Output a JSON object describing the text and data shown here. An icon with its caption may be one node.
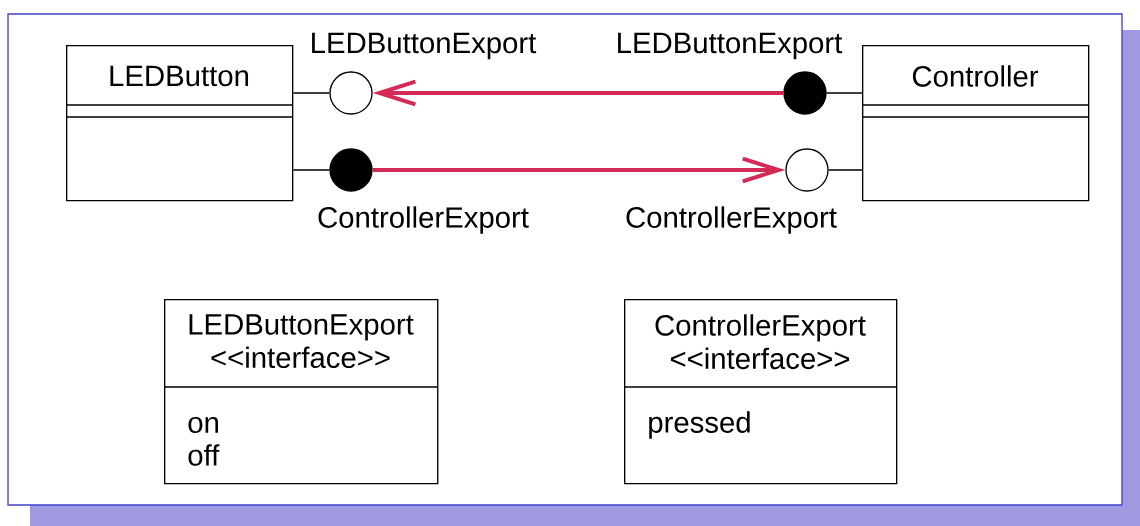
{
  "diagram": {
    "nodes": [
      {
        "text": [
          "LEDButton"
        ]
      },
      {
        "text": [
          "Controller"
        ]
      },
      {
        "text": [],
        "shape": "circle",
        "beside": [
          "LEDButtonExport"
        ]
      },
      {
        "text": [],
        "shape": "dot",
        "beside": [
          "ControllerExport"
        ]
      },
      {
        "text": [],
        "shape": "dot",
        "beside": [
          "LEDButtonExport"
        ]
      },
      {
        "text": [],
        "shape": "circle",
        "beside": [
          "ControllerExport"
        ]
      },
      {
        "text": [
          "LEDButtonExport <<interface>>",
          "on",
          "off"
        ]
      },
      {
        "text": [
          "ControllerExport <<interface>>",
          "pressed"
        ]
      }
    ],
    "edges": [
      {
        "from": 0,
        "to": 2,
        "arrow": "none"
      },
      {
        "from": 0,
        "to": 3,
        "arrow": "none"
      },
      {
        "from": 4,
        "to": 1,
        "arrow": "none"
      },
      {
        "from": 5,
        "to": 1,
        "arrow": "none"
      },
      {
        "from": 4,
        "to": 2,
        "arrow": "to",
        "style": "thick",
        "color": "#d42a55"
      },
      {
        "from": 3,
        "to": 5,
        "arrow": "to",
        "style": "thick",
        "color": "#d42a55"
      }
    ]
  }
}
